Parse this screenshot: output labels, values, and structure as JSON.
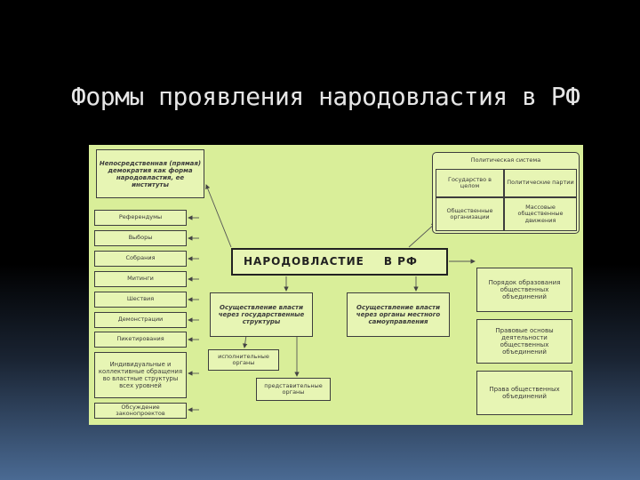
{
  "title": "Формы проявления народовластия в РФ",
  "diagram": {
    "center": {
      "left": "НАРОДОВЛАСТИЕ",
      "right": "В РФ"
    },
    "direct_democracy": "Непосредственная (прямая) демократия как форма народовластия, ее институты",
    "left_items": [
      "Референдумы",
      "Выборы",
      "Собрания",
      "Митинги",
      "Шествия",
      "Демонстрации",
      "Пикетирования",
      "Индивидуальные и коллективные обращения во властные структуры всех уровней",
      "Обсуждение законопроектов"
    ],
    "political_system": {
      "title": "Политическая система",
      "cells": [
        "Государство в целом",
        "Политические партии",
        "Общественные организации",
        "Массовые общественные движения"
      ]
    },
    "state_power": "Осуществление власти через государственные структуры",
    "local_power": "Осуществление власти через органы местного самоуправления",
    "executive": "исполнительные органы",
    "representative": "представительные органы",
    "right_items": [
      "Порядок образования общественных объединений",
      "Правовые основы деятельности общественных объединений",
      "Права общественных объединений"
    ]
  }
}
